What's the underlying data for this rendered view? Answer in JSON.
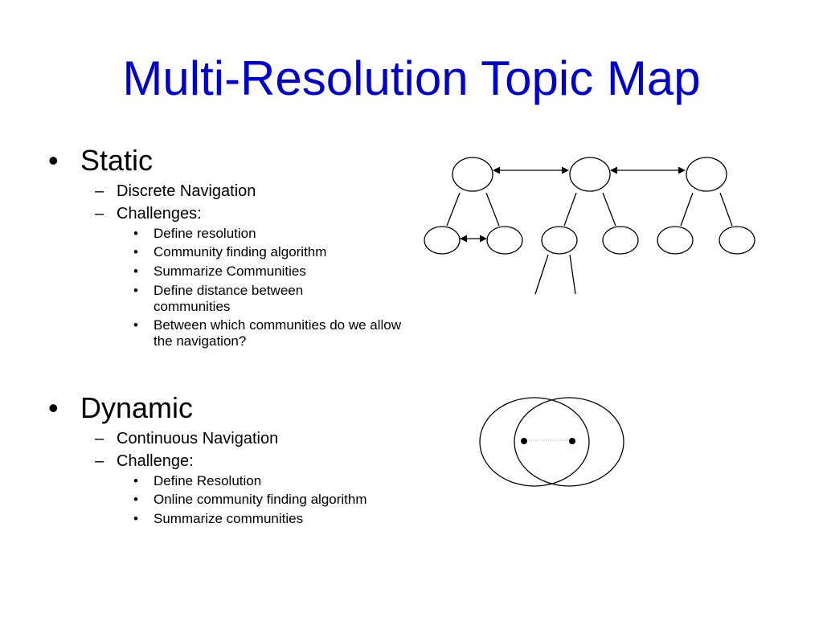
{
  "slide": {
    "title": "Multi-Resolution Topic Map",
    "title_color": "#0000CC",
    "bullet_l1": "•",
    "bullet_l2": "–",
    "bullet_l3": "•"
  },
  "static": {
    "heading": "Static",
    "sub": [
      {
        "label": "Discrete Navigation"
      },
      {
        "label": "Challenges:"
      }
    ],
    "challenges": [
      "Define resolution",
      "Community finding algorithm",
      "Summarize Communities",
      "Define distance between communities",
      "Between which communities do we allow the navigation?"
    ]
  },
  "dynamic": {
    "heading": "Dynamic",
    "sub": [
      {
        "label": "Continuous Navigation"
      },
      {
        "label": "Challenge:"
      }
    ],
    "challenges": [
      "Define Resolution",
      "Online community finding algorithm",
      "Summarize communities"
    ]
  }
}
